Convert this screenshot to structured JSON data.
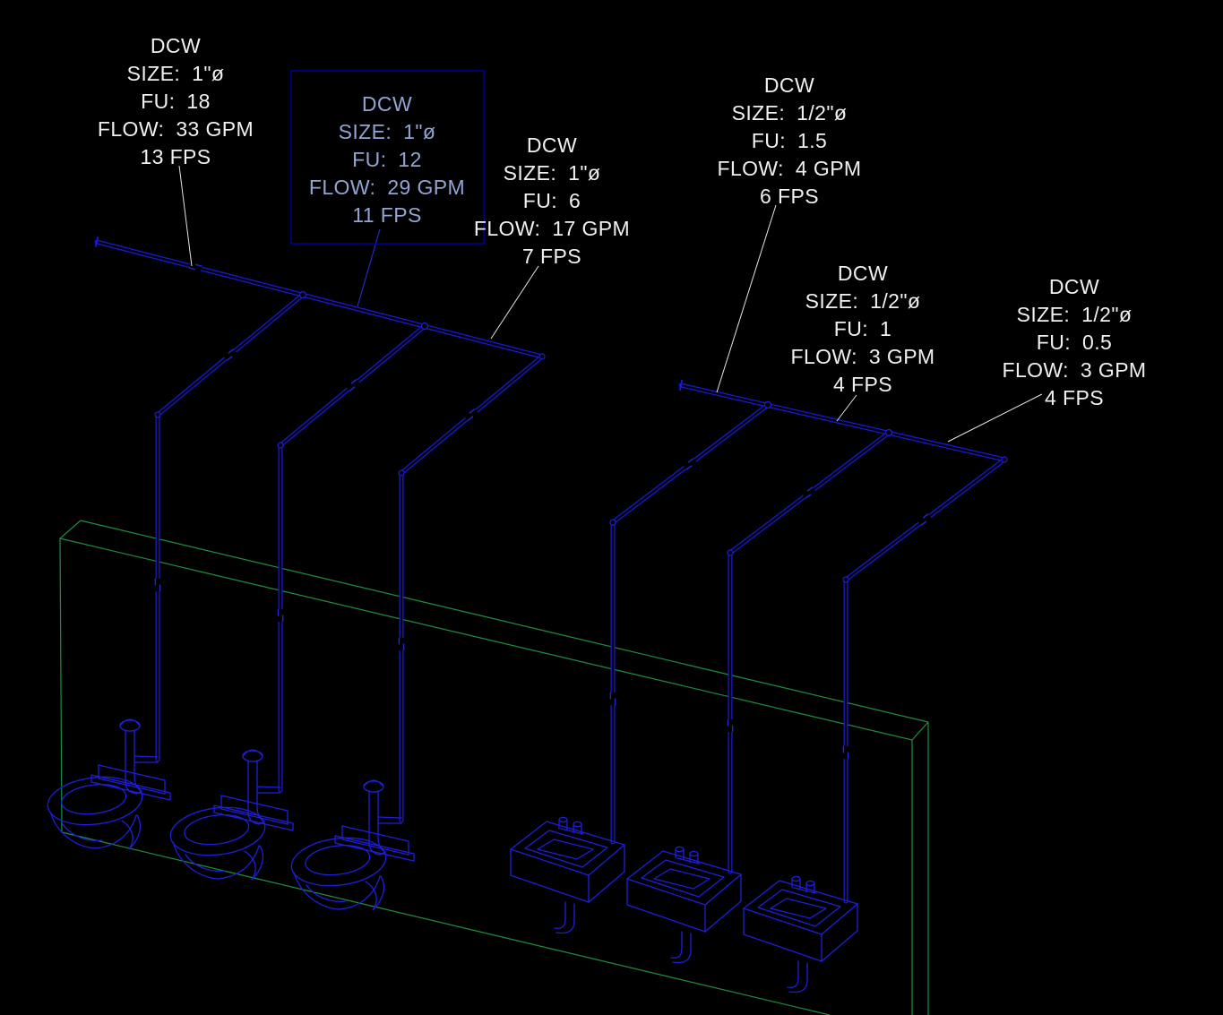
{
  "page": {
    "background": "#000000",
    "view": "plumbing isometric - domestic cold water piping to fixtures"
  },
  "palette": {
    "pipe_blue": "#1818d6",
    "fixture_blue": "#1e1edb",
    "wall_green": "#1f8f3f",
    "annotation_white": "#f0f0f0",
    "selected_text_blue": "#92a4d4",
    "selection_box_blue": "#00009e",
    "leader_white": "#e6e6e6",
    "leader_selected_blue": "#2f2fe0"
  },
  "labels": {
    "size": "SIZE:",
    "fu": "FU:",
    "flow": "FLOW:"
  },
  "annotations": [
    {
      "system": "DCW",
      "size": "1\"ø",
      "fu": "18",
      "flow": "33 GPM",
      "velocity": "13 FPS",
      "selected": false
    },
    {
      "system": "DCW",
      "size": "1\"ø",
      "fu": "12",
      "flow": "29 GPM",
      "velocity": "11 FPS",
      "selected": true
    },
    {
      "system": "DCW",
      "size": "1\"ø",
      "fu": "6",
      "flow": "17 GPM",
      "velocity": "7 FPS",
      "selected": false
    },
    {
      "system": "DCW",
      "size": "1/2\"ø",
      "fu": "1.5",
      "flow": "4 GPM",
      "velocity": "6 FPS",
      "selected": false
    },
    {
      "system": "DCW",
      "size": "1/2\"ø",
      "fu": "1",
      "flow": "3 GPM",
      "velocity": "4 FPS",
      "selected": false
    },
    {
      "system": "DCW",
      "size": "1/2\"ø",
      "fu": "0.5",
      "flow": "3 GPM",
      "velocity": "4 FPS",
      "selected": false
    }
  ],
  "fixtures": {
    "toilets": {
      "count": 3,
      "type": "wall-hung water closet with flush valve"
    },
    "sinks": {
      "count": 3,
      "type": "wall-hung lavatory with faucet"
    }
  },
  "wall": {
    "present": true,
    "color": "#1f8f3f"
  }
}
